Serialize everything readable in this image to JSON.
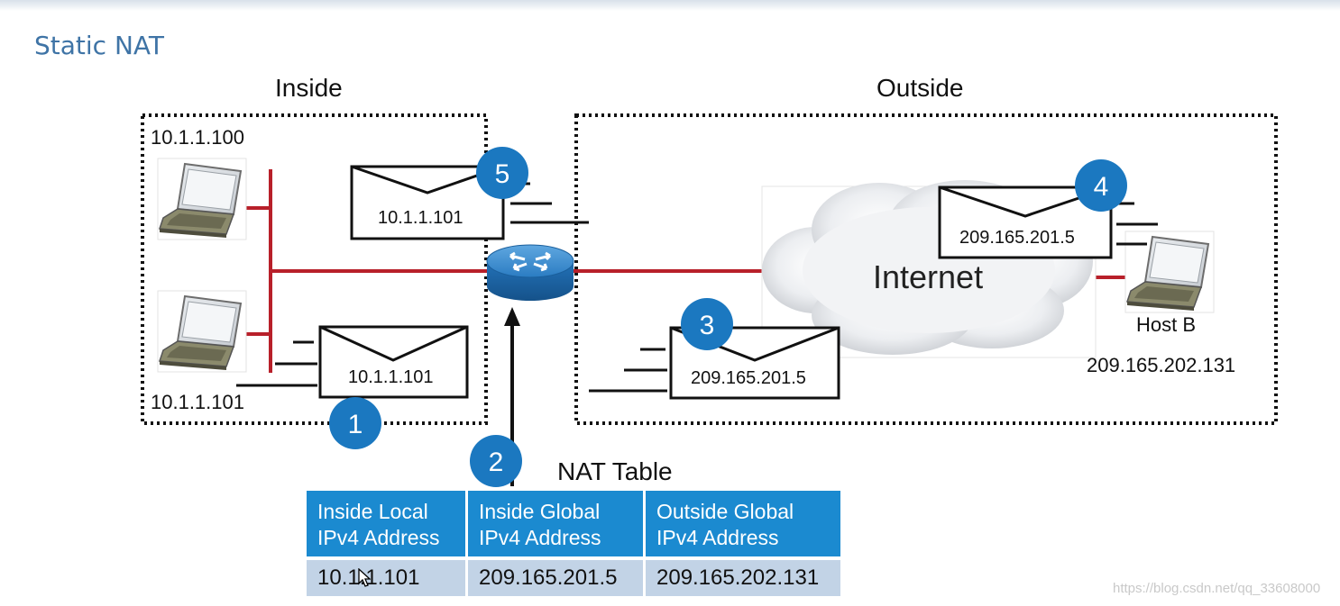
{
  "title": "Static NAT",
  "zones": {
    "inside": "Inside",
    "outside": "Outside"
  },
  "inside_hosts": {
    "host1_ip": "10.1.1.100",
    "host2_ip": "10.1.1.101"
  },
  "cloud_label": "Internet",
  "host_b": {
    "name": "Host B",
    "ip": "209.165.202.131"
  },
  "packets": {
    "p1": "10.1.1.101",
    "p3": "209.165.201.5",
    "p4": "209.165.201.5",
    "p5": "10.1.1.101"
  },
  "steps": [
    "1",
    "2",
    "3",
    "4",
    "5"
  ],
  "nat_table": {
    "title": "NAT Table",
    "headers": [
      [
        "Inside Local",
        "IPv4 Address"
      ],
      [
        "Inside Global",
        "IPv4 Address"
      ],
      [
        "Outside Global",
        "IPv4 Address"
      ]
    ],
    "row": [
      "10.1.1.101",
      "209.165.201.5",
      "209.165.202.131"
    ]
  },
  "watermark": "https://blog.csdn.net/qq_33608000",
  "colors": {
    "title": "#3f74a6",
    "step_badge": "#1b78c0",
    "link_red": "#b8202a",
    "table_header": "#1b8ad0",
    "table_row": "#c2d3e6",
    "router": "#1f6fb2"
  }
}
